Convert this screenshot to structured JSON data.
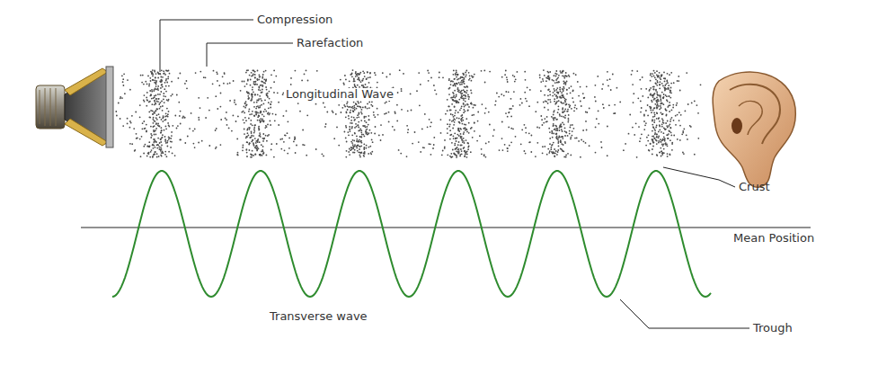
{
  "diagram": {
    "labels": [
      "Compression",
      "Rarefaction",
      "Longitudinal Wave",
      "Crust",
      "Mean Position",
      "Transverse wave",
      "Trough"
    ]
  }
}
